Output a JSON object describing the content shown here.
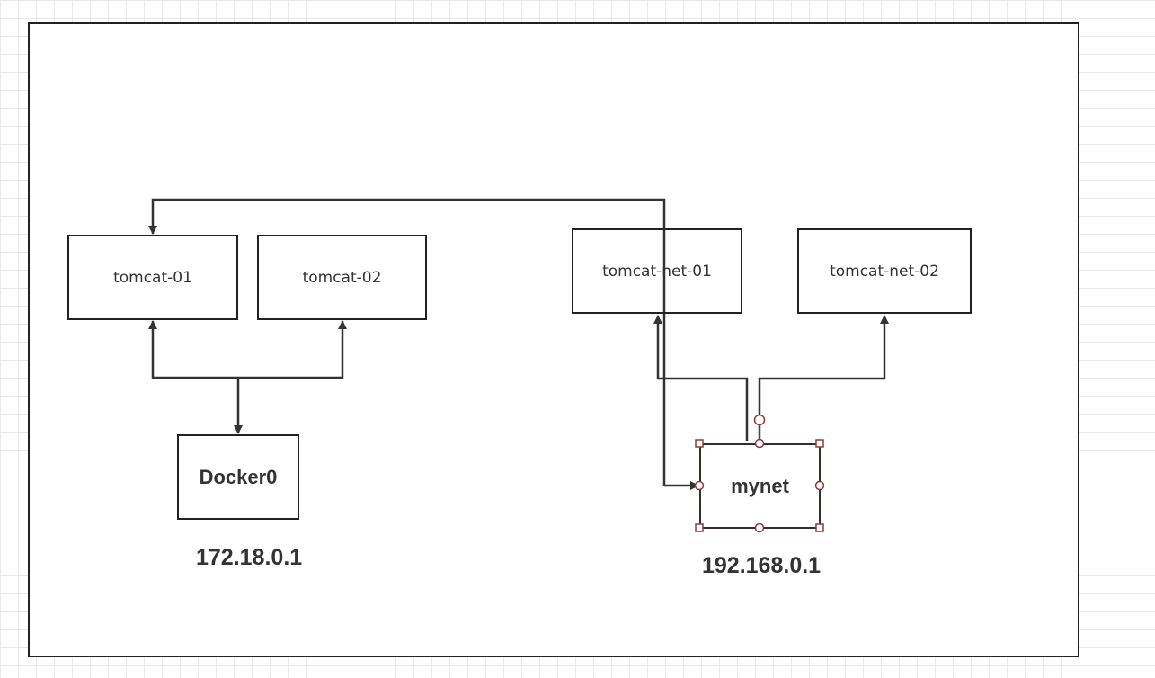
{
  "nodes": {
    "tomcat_01": "tomcat-01",
    "tomcat_02": "tomcat-02",
    "tomcat_net_01": "tomcat-net-01",
    "tomcat_net_02": "tomcat-net-02",
    "docker0": "Docker0",
    "mynet": "mynet"
  },
  "addresses": {
    "docker0_ip": "172.18.0.1",
    "mynet_ip": "192.168.0.1"
  },
  "colors": {
    "stroke": "#333333",
    "selection": "#8b3a3a",
    "grid": "#e9e9e9"
  },
  "selection": {
    "selected_node": "mynet"
  }
}
